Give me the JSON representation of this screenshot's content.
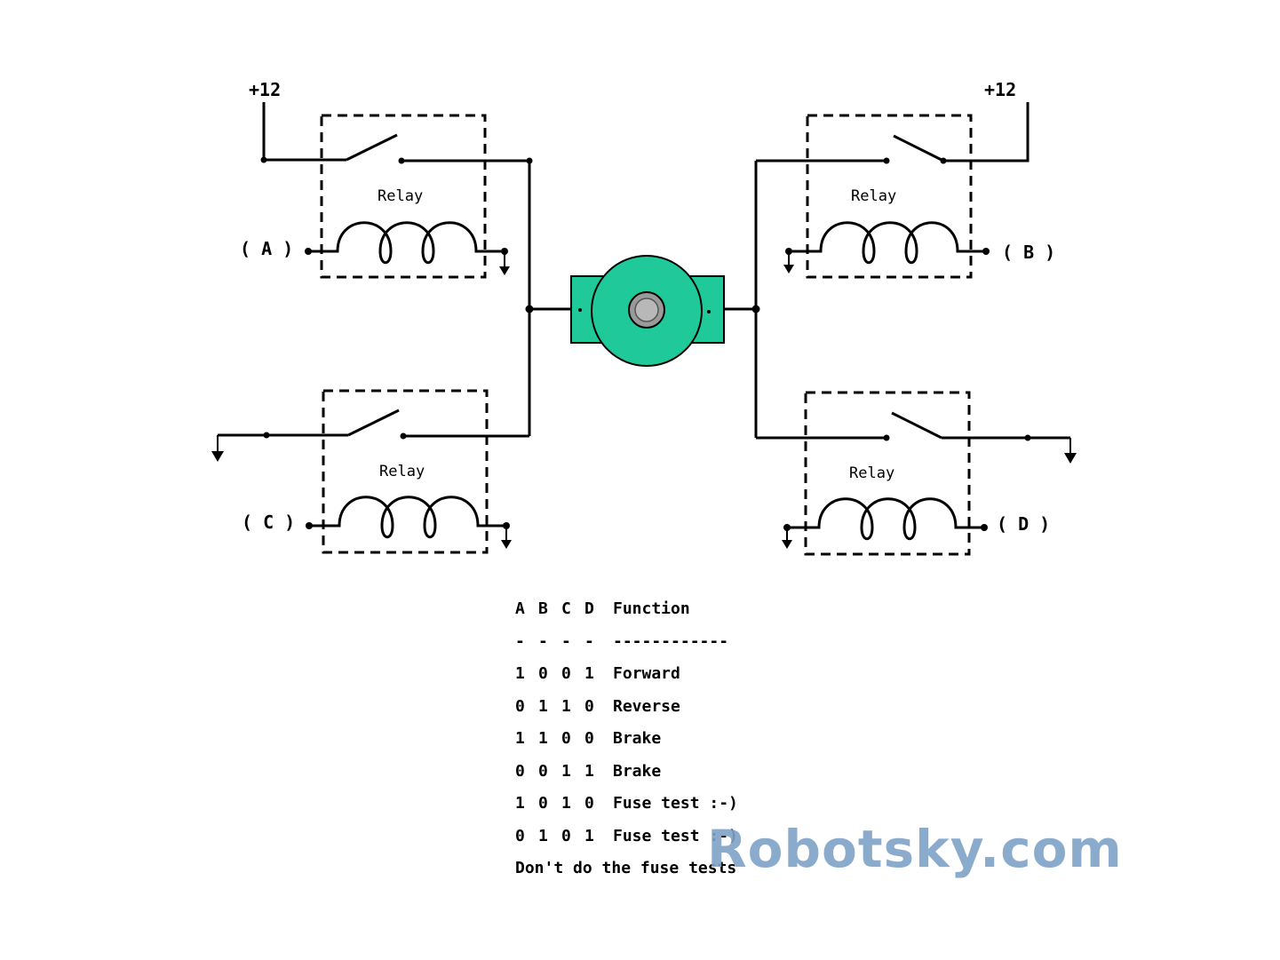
{
  "supplies": {
    "left": "+12",
    "right": "+12"
  },
  "relays": {
    "a": {
      "label": "Relay",
      "terminal": "( A )"
    },
    "b": {
      "label": "Relay",
      "terminal": "( B )"
    },
    "c": {
      "label": "Relay",
      "terminal": "( C )"
    },
    "d": {
      "label": "Relay",
      "terminal": "( D )"
    }
  },
  "colors": {
    "motor_body": "#1fc99a",
    "motor_shaft": "#9a9a9a",
    "watermark": "#7fa3c8"
  },
  "truth_table": {
    "headers": [
      "A",
      "B",
      "C",
      "D",
      "Function"
    ],
    "separator": [
      "-",
      "-",
      "-",
      "-",
      "------------"
    ],
    "rows": [
      {
        "bits": [
          "1",
          "0",
          "0",
          "1"
        ],
        "function": "Forward"
      },
      {
        "bits": [
          "0",
          "1",
          "1",
          "0"
        ],
        "function": "Reverse"
      },
      {
        "bits": [
          "1",
          "1",
          "0",
          "0"
        ],
        "function": "Brake"
      },
      {
        "bits": [
          "0",
          "0",
          "1",
          "1"
        ],
        "function": "Brake"
      },
      {
        "bits": [
          "1",
          "0",
          "1",
          "0"
        ],
        "function": "Fuse test :-)"
      },
      {
        "bits": [
          "0",
          "1",
          "0",
          "1"
        ],
        "function": "Fuse test :-)"
      }
    ],
    "note": "Don't do the fuse tests"
  },
  "watermark": "Robotsky.com"
}
